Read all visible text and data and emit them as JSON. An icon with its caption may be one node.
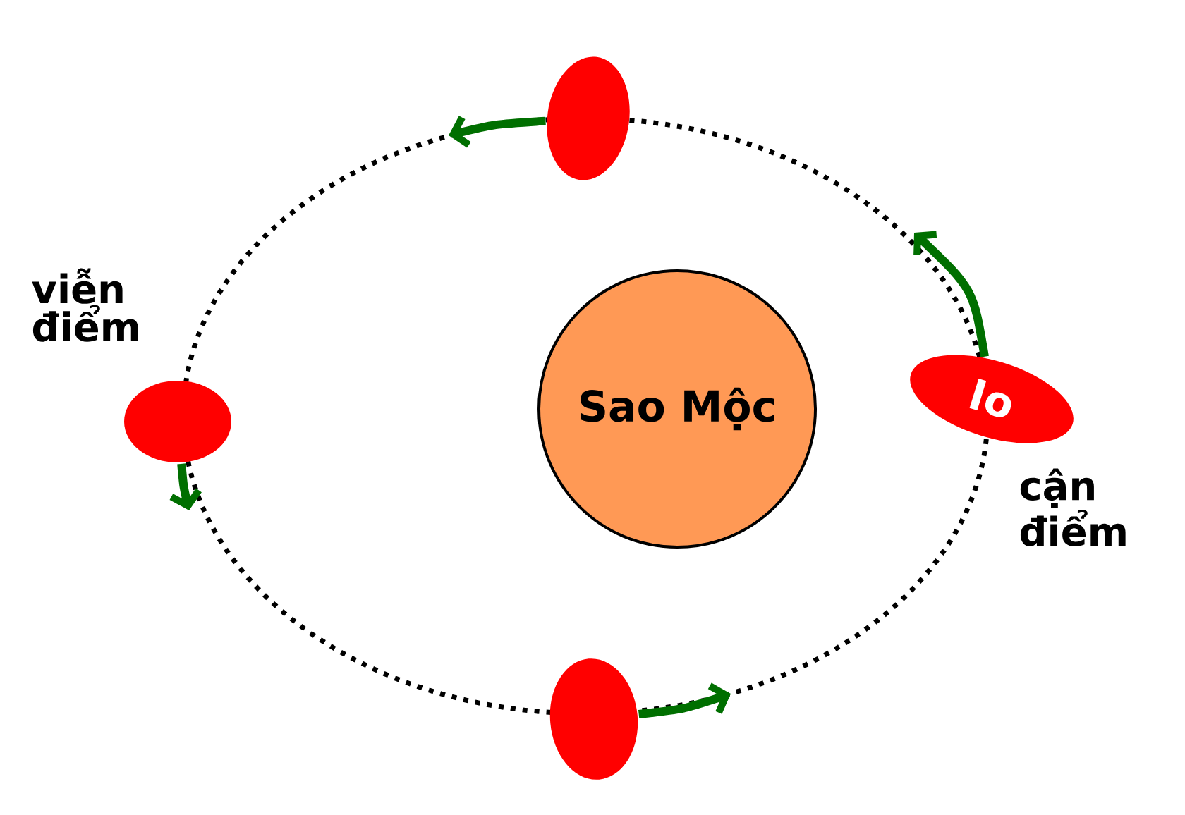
{
  "diagram": {
    "nodes": [
      {
        "text": [
          "Sao Mộc"
        ]
      },
      {
        "text": [
          "Io"
        ],
        "beside": [
          "cận điểm"
        ]
      },
      {
        "text": [],
        "shape": "ellipse",
        "beside": [
          "viễn điểm"
        ]
      },
      {
        "text": [],
        "shape": "ellipse"
      },
      {
        "text": [],
        "shape": "ellipse"
      }
    ],
    "edges": [
      {
        "from": 1,
        "to": null,
        "arrow": "to"
      },
      {
        "from": 3,
        "to": null,
        "arrow": "to"
      },
      {
        "from": 2,
        "to": null,
        "arrow": "to"
      },
      {
        "from": 4,
        "to": null,
        "arrow": "to"
      }
    ]
  }
}
